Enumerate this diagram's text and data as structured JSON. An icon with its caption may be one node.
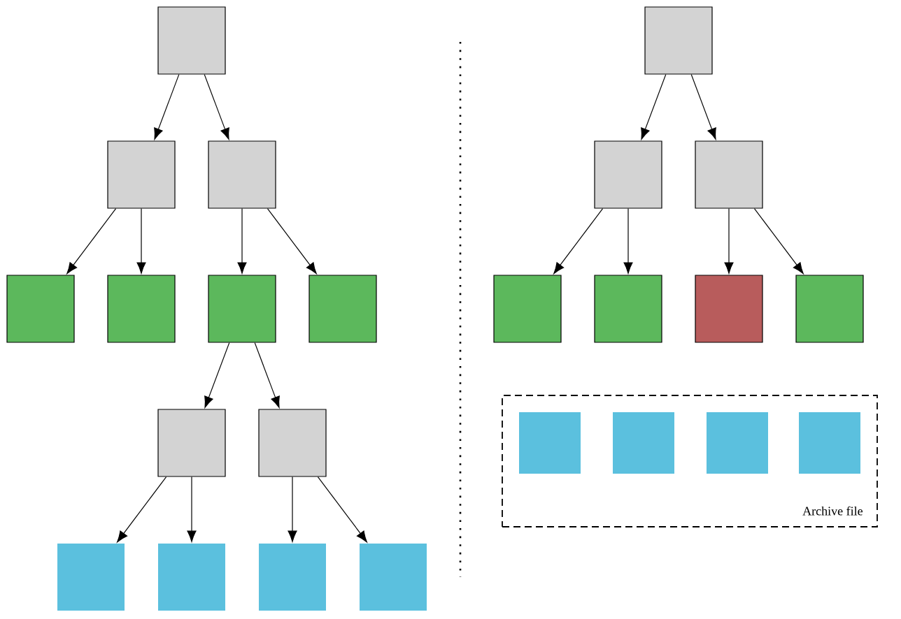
{
  "diagram": {
    "nodes": [
      {
        "text": [],
        "shape": "box"
      },
      {
        "text": [],
        "shape": "box"
      },
      {
        "text": [],
        "shape": "box"
      },
      {
        "text": [],
        "shape": "box"
      },
      {
        "text": [],
        "shape": "box"
      },
      {
        "text": [],
        "shape": "box"
      },
      {
        "text": [],
        "shape": "box"
      },
      {
        "text": [],
        "shape": "box"
      },
      {
        "text": [],
        "shape": "box"
      },
      {
        "text": [],
        "shape": "box"
      },
      {
        "text": [],
        "shape": "box"
      },
      {
        "text": [],
        "shape": "box"
      },
      {
        "text": [],
        "shape": "box"
      },
      {
        "text": [],
        "shape": "box"
      },
      {
        "text": [],
        "shape": "box"
      },
      {
        "text": [],
        "shape": "box"
      },
      {
        "text": [],
        "shape": "box"
      },
      {
        "text": [],
        "shape": "box"
      },
      {
        "text": [],
        "shape": "box"
      },
      {
        "text": [],
        "shape": "box"
      },
      {
        "text": [
          "Archive file"
        ]
      },
      {
        "text": [],
        "shape": "box",
        "in": 20
      },
      {
        "text": [],
        "shape": "box",
        "in": 20
      },
      {
        "text": [],
        "shape": "box",
        "in": 20
      },
      {
        "text": [],
        "shape": "box",
        "in": 20
      }
    ],
    "edges": [
      {
        "from": 0,
        "to": 1,
        "arrow": "to"
      },
      {
        "from": 0,
        "to": 2,
        "arrow": "to"
      },
      {
        "from": 1,
        "to": 3,
        "arrow": "to"
      },
      {
        "from": 1,
        "to": 4,
        "arrow": "to"
      },
      {
        "from": 2,
        "to": 5,
        "arrow": "to"
      },
      {
        "from": 2,
        "to": 6,
        "arrow": "to"
      },
      {
        "from": 5,
        "to": 7,
        "arrow": "to"
      },
      {
        "from": 5,
        "to": 8,
        "arrow": "to"
      },
      {
        "from": 7,
        "to": 9,
        "arrow": "to"
      },
      {
        "from": 7,
        "to": 10,
        "arrow": "to"
      },
      {
        "from": 8,
        "to": 11,
        "arrow": "to"
      },
      {
        "from": 8,
        "to": 12,
        "arrow": "to"
      },
      {
        "from": 13,
        "to": 14,
        "arrow": "to"
      },
      {
        "from": 13,
        "to": 15,
        "arrow": "to"
      },
      {
        "from": 14,
        "to": 16,
        "arrow": "to"
      },
      {
        "from": 14,
        "to": 17,
        "arrow": "to"
      },
      {
        "from": 15,
        "to": 18,
        "arrow": "to"
      },
      {
        "from": 15,
        "to": 19,
        "arrow": "to"
      }
    ]
  }
}
